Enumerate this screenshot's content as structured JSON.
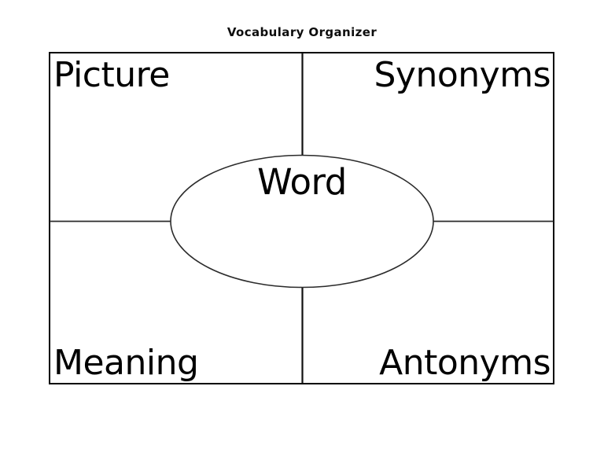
{
  "page": {
    "title": "Vocabulary Organizer",
    "background_color": "#ffffff",
    "ink_color": "#000000"
  },
  "organizer": {
    "type": "four-square vocabulary graphic organizer",
    "center_bubble": {
      "shape": "ellipse",
      "label": "Word"
    },
    "quadrants": [
      {
        "position": "top-left",
        "label": "Picture"
      },
      {
        "position": "top-right",
        "label": "Synonyms"
      },
      {
        "position": "bottom-left",
        "label": "Meaning"
      },
      {
        "position": "bottom-right",
        "label": "Antonyms"
      }
    ]
  }
}
